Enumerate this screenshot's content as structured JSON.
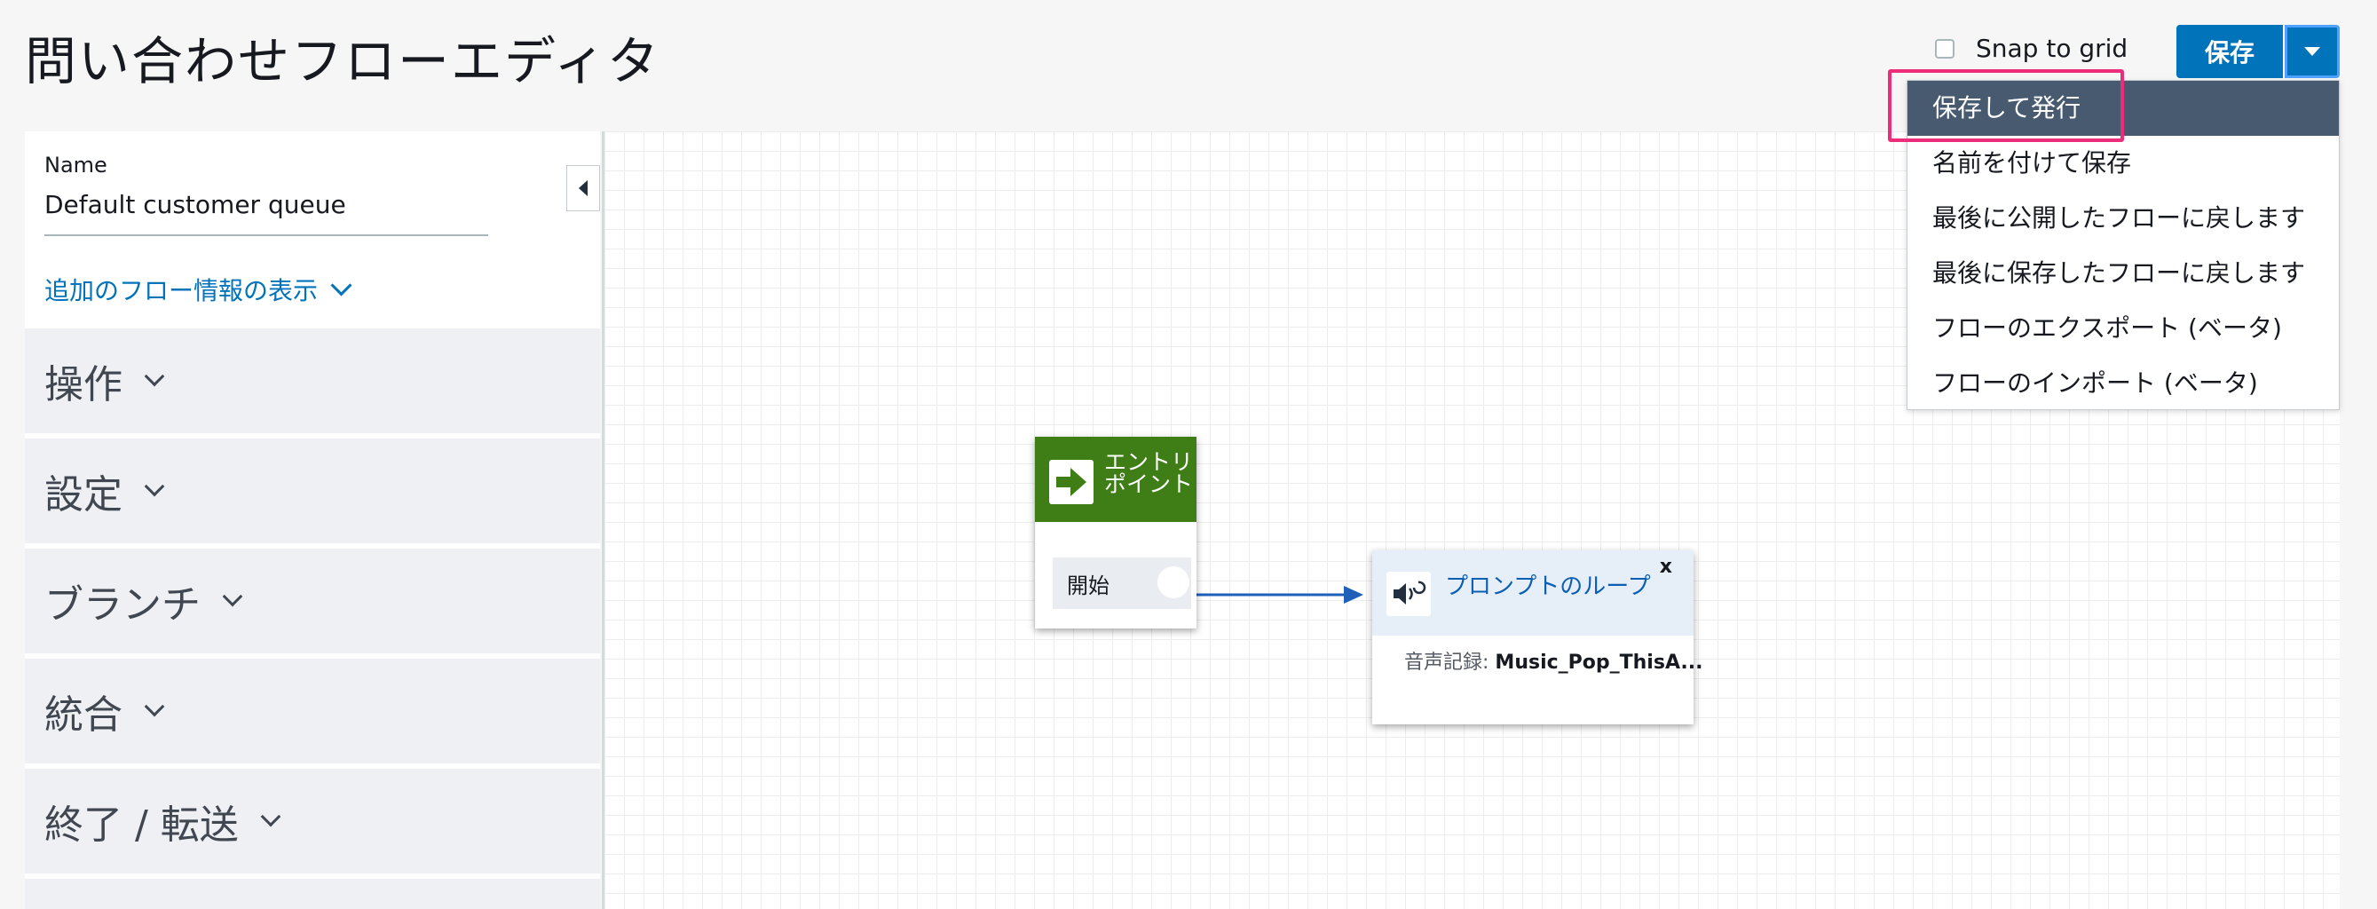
{
  "header": {
    "title": "問い合わせフローエディタ",
    "snap_to_grid": {
      "label": "Snap to grid",
      "checked": false
    },
    "save_label": "保存"
  },
  "save_menu": {
    "items": [
      {
        "label": "保存して発行",
        "active": true
      },
      {
        "label": "名前を付けて保存"
      },
      {
        "label": "最後に公開したフローに戻します"
      },
      {
        "label": "最後に保存したフローに戻します"
      },
      {
        "label": "フローのエクスポート (ベータ)"
      },
      {
        "label": "フローのインポート (ベータ)"
      }
    ]
  },
  "sidebar": {
    "name_label": "Name",
    "name_value": "Default customer queue",
    "info_link": "追加のフロー情報の表示",
    "sections": [
      {
        "label": "操作"
      },
      {
        "label": "設定"
      },
      {
        "label": "ブランチ"
      },
      {
        "label": "統合"
      },
      {
        "label": "終了 / 転送"
      }
    ]
  },
  "canvas": {
    "entry_block": {
      "title": "エントリポイント",
      "start_label": "開始"
    },
    "prompt_block": {
      "title": "プロンプトのループ",
      "close": "x",
      "audio_label": "音声記録:",
      "audio_value": "Music_Pop_ThisA..."
    }
  },
  "colors": {
    "accent": "#0073bb",
    "menu_active": "#485a70",
    "highlight": "#ee2d7a",
    "entry_header": "#3f7e16",
    "connector": "#1f5fb8"
  }
}
